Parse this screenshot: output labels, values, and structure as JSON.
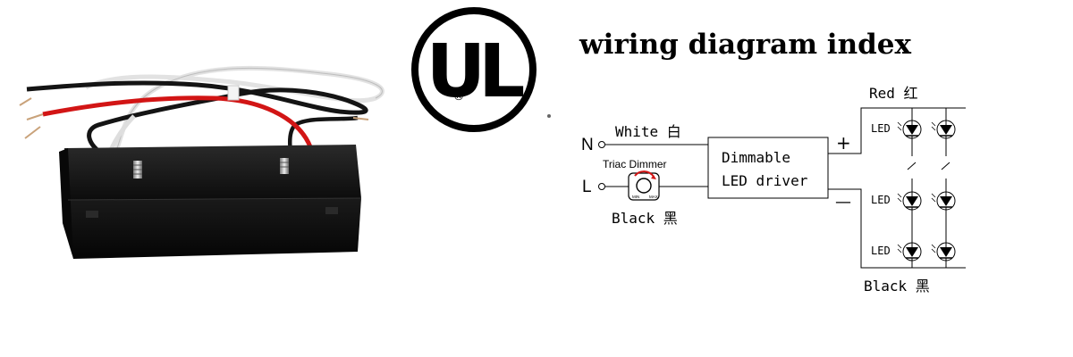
{
  "logo": {
    "text": "UL",
    "mark": "®"
  },
  "diagram": {
    "title": "wiring diagram index",
    "terminals": {
      "n": "N",
      "l": "L"
    },
    "wires": {
      "white": "White 白",
      "black_in": "Black 黑",
      "red_out": "Red 红",
      "black_out": "Black 黑"
    },
    "dimmer": {
      "label": "Triac Dimmer",
      "min": "MIN",
      "max": "MAX"
    },
    "driver": {
      "line1": "Dimmable",
      "line2": "LED driver"
    },
    "polarity": {
      "plus": "+",
      "minus": "—"
    },
    "led_label": "LED"
  },
  "colors": {
    "wire_red": "#d21515",
    "wire_black": "#141414",
    "wire_white": "#ececec",
    "housing": "#121212"
  }
}
